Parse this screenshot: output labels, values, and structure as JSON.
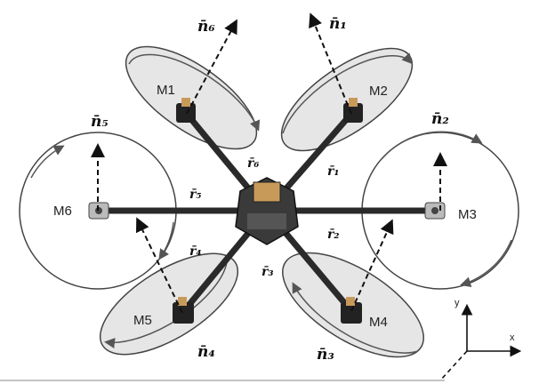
{
  "motors": {
    "m1": "M1",
    "m2": "M2",
    "m3": "M3",
    "m4": "M4",
    "m5": "M5",
    "m6": "M6"
  },
  "normals": {
    "n1": "n̄₁",
    "n2": "n̄₂",
    "n3": "n̄₃",
    "n4": "n̄₄",
    "n5": "n̄₅",
    "n6": "n̄₆"
  },
  "arms": {
    "r1": "r̄₁",
    "r2": "r̄₂",
    "r3": "r̄₃",
    "r4": "r̄₄",
    "r5": "r̄₅",
    "r6": "r̄₆"
  },
  "axes": {
    "x": "x",
    "y": "y"
  }
}
